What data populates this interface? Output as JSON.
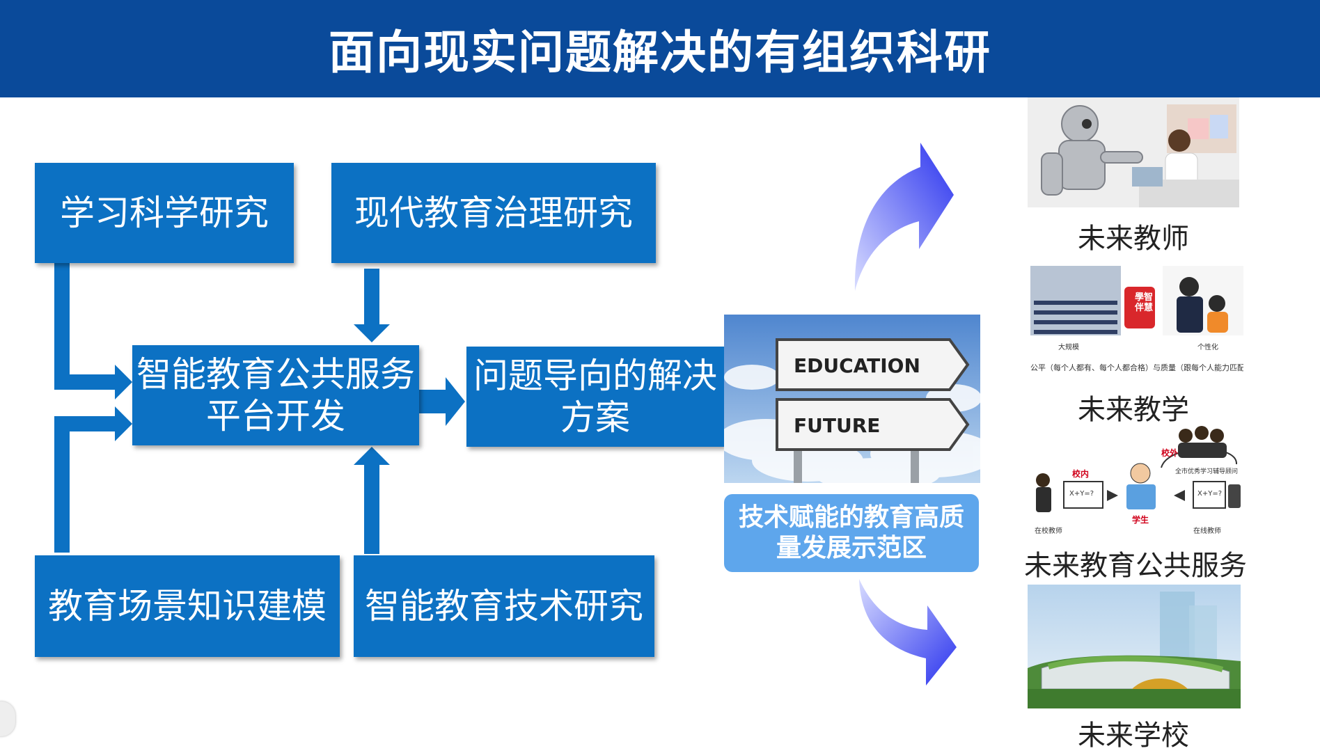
{
  "title": "面向现实问题解决的有组织科研",
  "boxes": {
    "learning_science": "学习科学研究",
    "governance": "现代教育治理研究",
    "platform": "智能教育公共服务\n平台开发",
    "solution": "问题导向的解决\n方案",
    "scene_modeling": "教育场景知识建模",
    "tech_research": "智能教育技术研究"
  },
  "center": {
    "sign_education": "EDUCATION",
    "sign_future": "FUTURE",
    "label": "技术赋能的教育高质\n量发展示范区"
  },
  "outcomes": [
    {
      "label": "未来教师"
    },
    {
      "label": "未来教学"
    },
    {
      "label": "未来教育公共服务"
    },
    {
      "label": "未来学校"
    }
  ],
  "teaching_image": {
    "seal_text": "學智\n伴慧",
    "left_caption": "大规模",
    "right_caption": "个性化",
    "bottom_caption": "公平（每个人都有、每个人都合格）与质量（跟每个人能力匹配）"
  },
  "service_image": {
    "in_school": "校内",
    "out_school": "校外",
    "student": "学生",
    "teacher_in": "在校教师",
    "teacher_online": "在线教师",
    "network": "全市优秀学习辅导顾问",
    "formula": "X+Y=?"
  },
  "colors": {
    "header": "#0a4a9a",
    "box": "#0c71c3",
    "zone_label": "#5ea6ec",
    "arrow_gradient_start": "#cfd6ff",
    "arrow_gradient_end": "#2430f0"
  }
}
